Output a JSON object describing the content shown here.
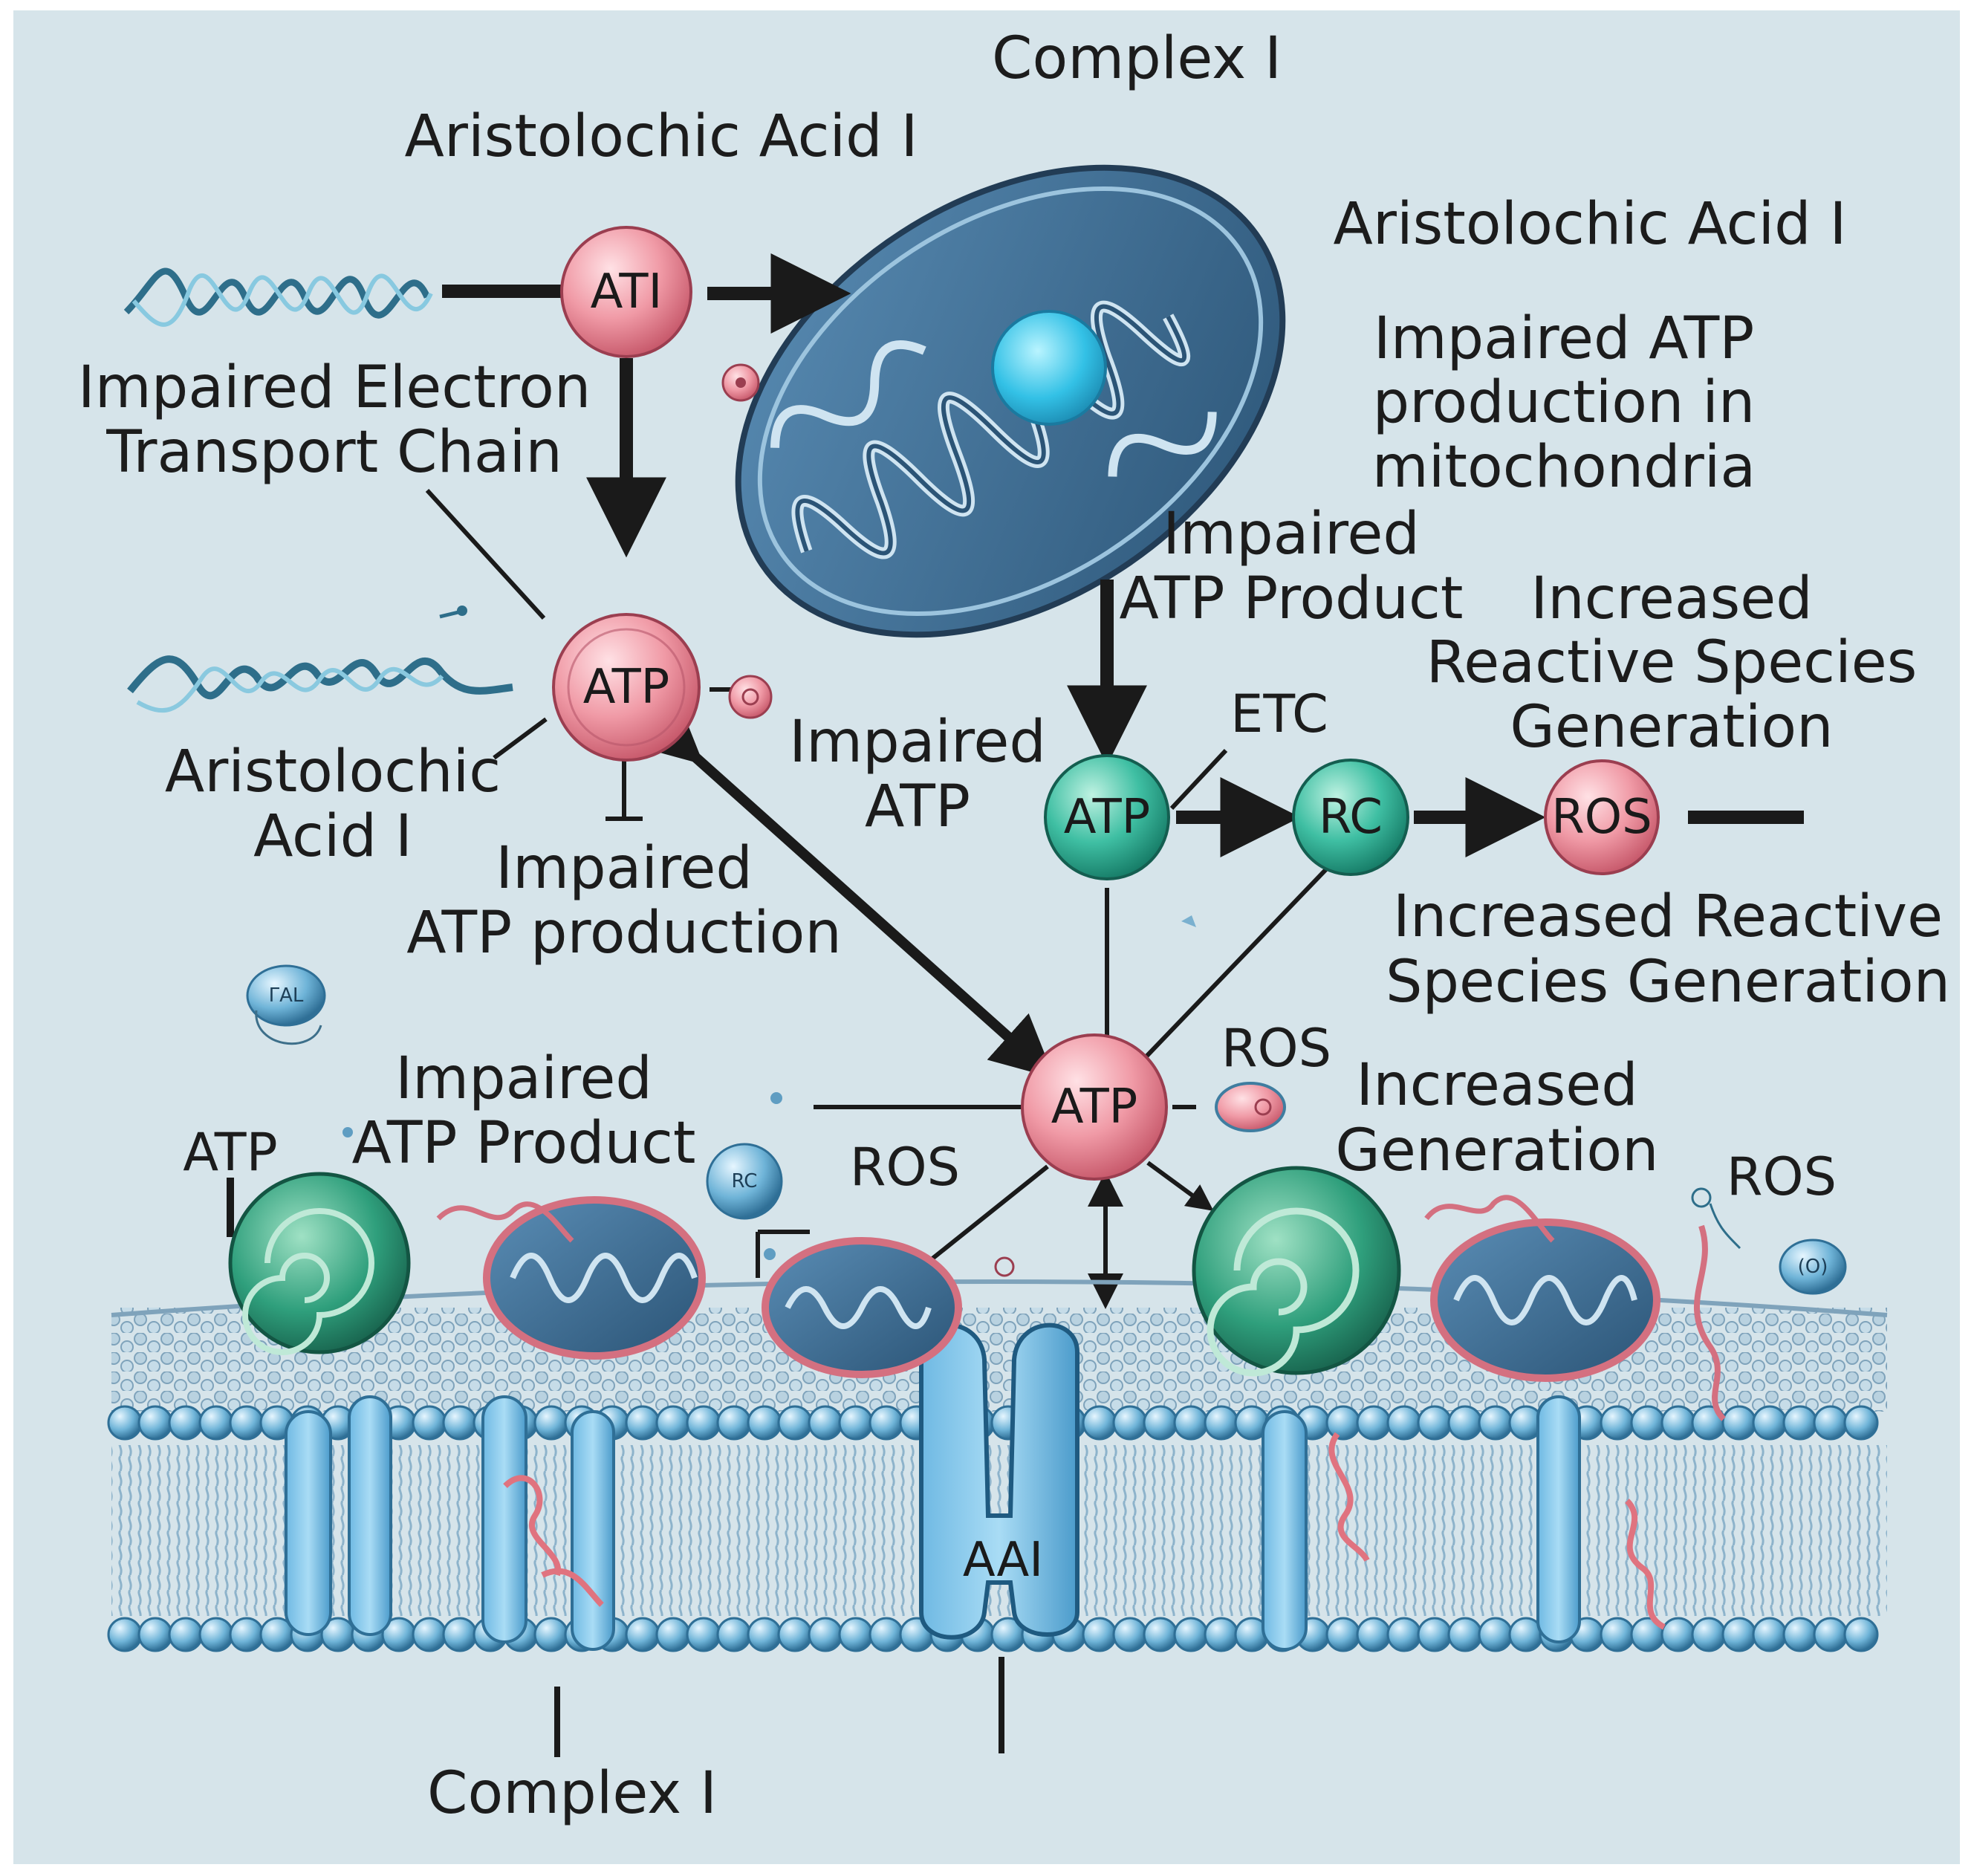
{
  "labels": {
    "complex_i_top": "Complex I",
    "aristolochic_acid_top": "Aristolochic Acid I",
    "aristolochic_acid_right": "Aristolochic Acid I",
    "impaired_etc_line1": "Impaired Electron",
    "impaired_etc_line2": "Transport Chain",
    "impaired_atp_mito_line1": "Impaired ATP",
    "impaired_atp_mito_line2": "production in",
    "impaired_atp_mito_line3": "mitochondria",
    "impaired_atp_product_mid_line1": "Impaired",
    "impaired_atp_product_mid_line2": "ATP Product",
    "increased_rsg_top_line1": "Increased",
    "increased_rsg_top_line2": "Reactive Species",
    "increased_rsg_top_line3": "Generation",
    "etc": "ETC",
    "impaired_atp_mid_line1": "Impaired",
    "impaired_atp_mid_line2": "ATP",
    "aristolochic_left_line1": "Aristolochic",
    "aristolochic_left_line2": "Acid I",
    "impaired_atp_production_line1": "Impaired",
    "impaired_atp_production_line2": "ATP production",
    "increased_rsg_bottom_line1": "Increased Reactive",
    "increased_rsg_bottom_line2": "Species Generation",
    "ros_right_of_center": "ROS",
    "impaired_atp_product_low_line1": "Impaired",
    "impaired_atp_product_low_line2": "ATP Product",
    "increased_generation_line1": "Increased",
    "increased_generation_line2": "Generation",
    "atp_far_left": "ATP",
    "ros_membrane_left": "ROS",
    "ros_membrane_right": "ROS",
    "complex_i_bottom": "Complex I"
  },
  "nodes": {
    "ati": "ATI",
    "atp_left": "ATP",
    "atp_etc": "ATP",
    "rc": "RC",
    "ros": "ROS",
    "atp_center": "ATP",
    "aai": "AAI",
    "small_tiny": "ΓAL",
    "small_rc": "RC",
    "small_ol": "(O)"
  },
  "colors": {
    "background": "#d6e4ea",
    "node_pink": "#f0a2ad",
    "node_teal": "#3fbfa3",
    "arrow": "#1a1a1a",
    "membrane_head": "#6fb4d8",
    "mito_blue": "#3e6f95"
  }
}
